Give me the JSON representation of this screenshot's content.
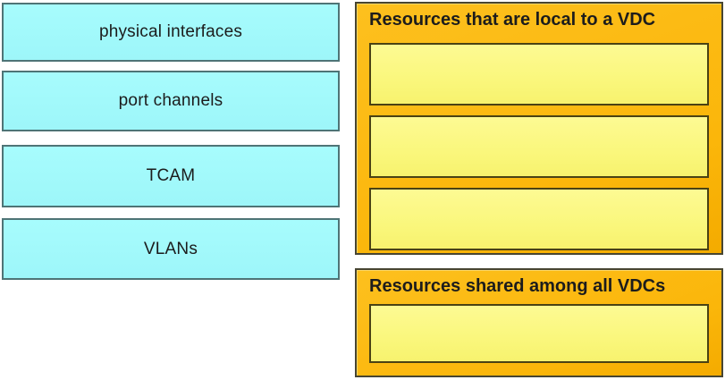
{
  "question": {
    "kind": "drag-and-drop",
    "topic": "VDC resource classification"
  },
  "colors": {
    "source_fill": "#a7fcfd",
    "source_border": "#4e7476",
    "panel_fill": "#fbb60a",
    "panel_border": "#474532",
    "slot_fill": "#faf77c",
    "slot_border": "#4a4214",
    "text": "#1c1c1c"
  },
  "source_items": [
    {
      "label": "physical interfaces"
    },
    {
      "label": "port channels"
    },
    {
      "label": "TCAM"
    },
    {
      "label": "VLANs"
    }
  ],
  "targets": [
    {
      "title": "Resources that are local to a VDC",
      "slot_count": 3
    },
    {
      "title": "Resources shared among all VDCs",
      "slot_count": 1
    }
  ]
}
